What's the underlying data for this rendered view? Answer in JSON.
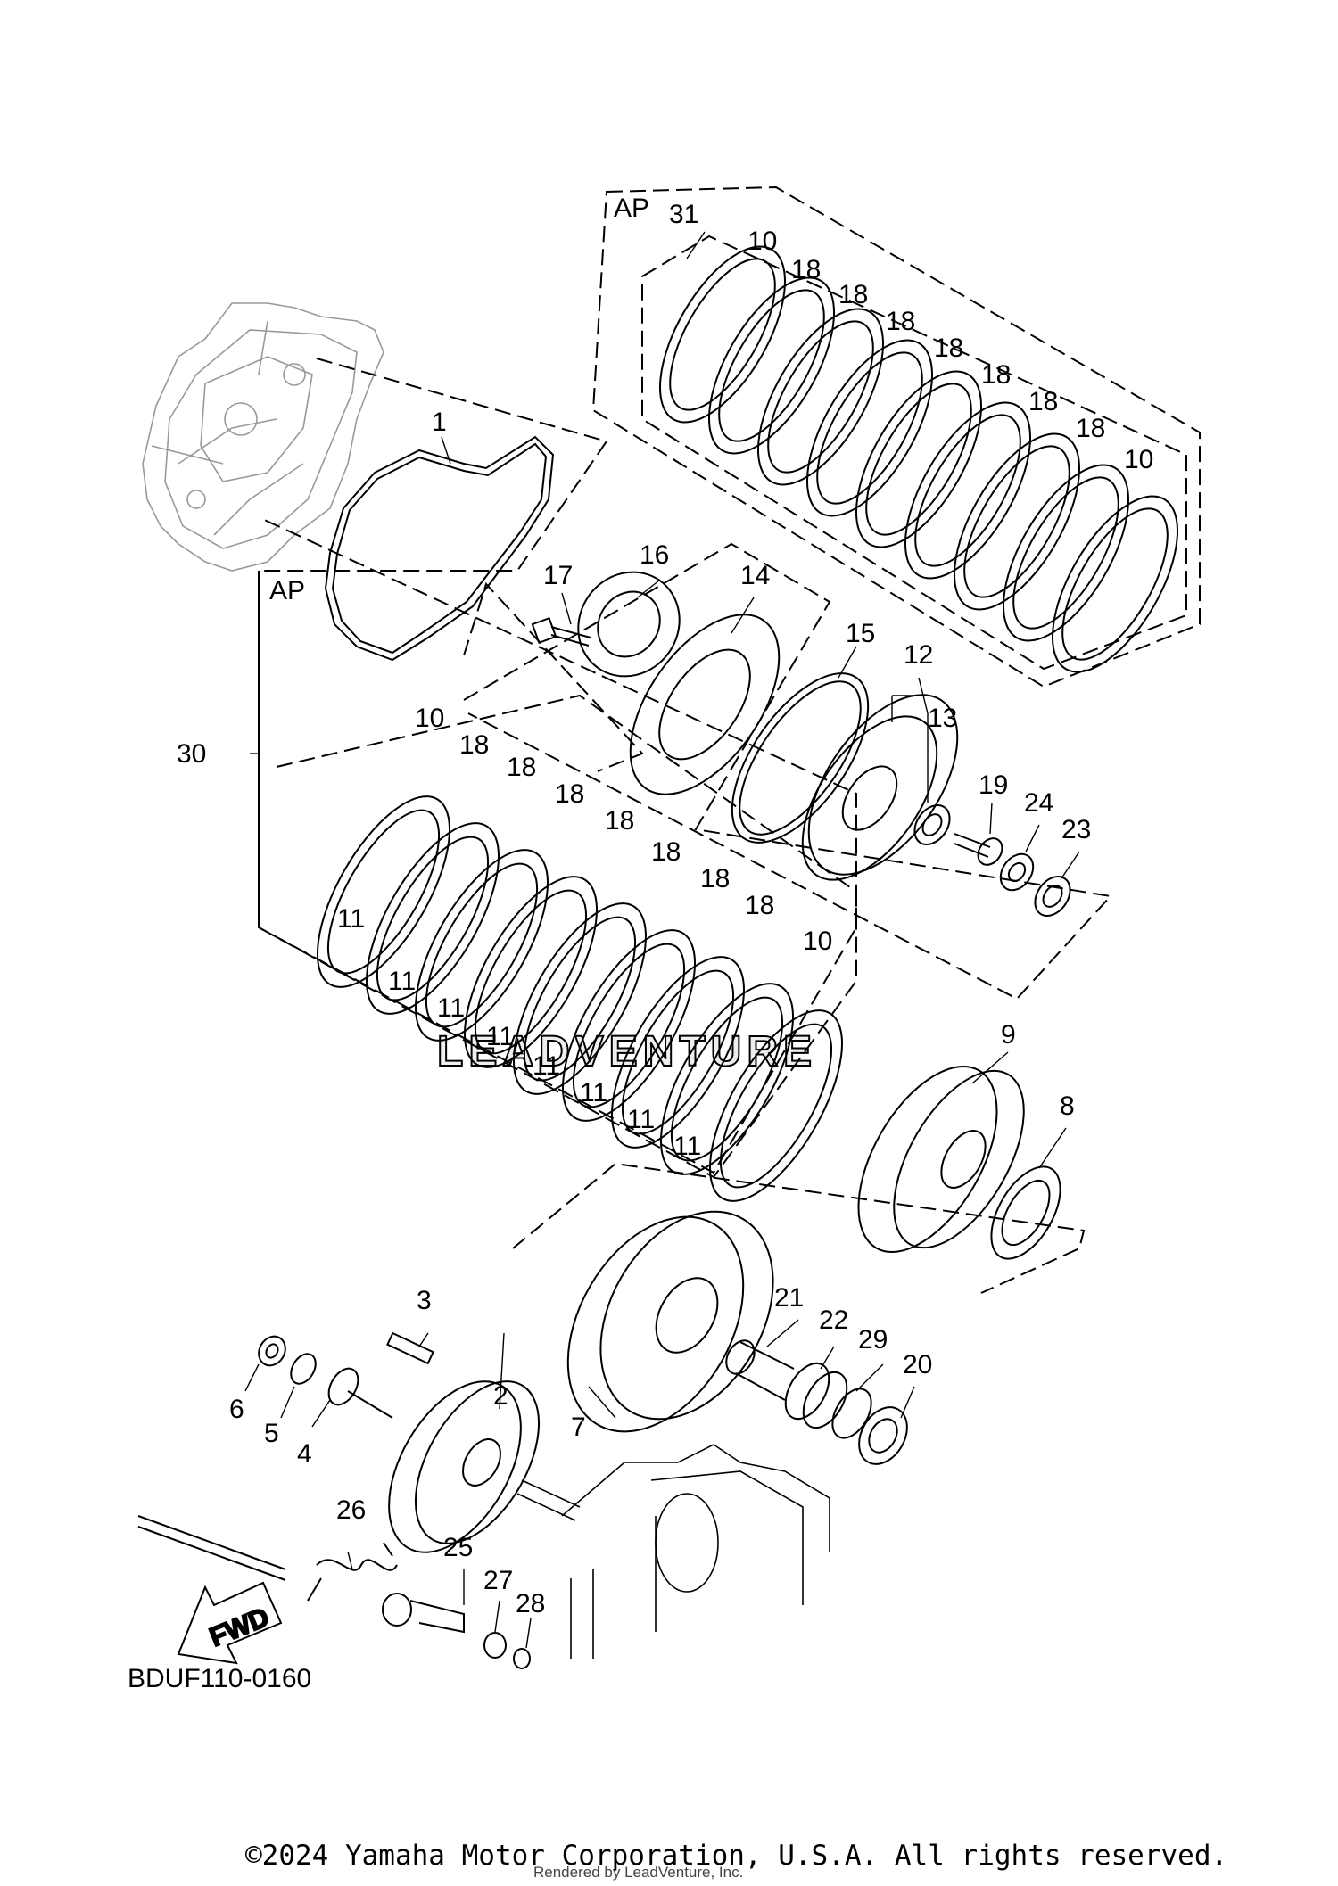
{
  "diagram": {
    "group_labels": [
      "AP",
      "AP"
    ],
    "figure_code": "BDUF110-0160",
    "fwd_label": "FWD",
    "watermark": "LEADVENTURE",
    "callouts": [
      {
        "id": "c1",
        "text": "1"
      },
      {
        "id": "c2",
        "text": "2"
      },
      {
        "id": "c3",
        "text": "3"
      },
      {
        "id": "c4",
        "text": "4"
      },
      {
        "id": "c5",
        "text": "5"
      },
      {
        "id": "c6",
        "text": "6"
      },
      {
        "id": "c7",
        "text": "7"
      },
      {
        "id": "c8",
        "text": "8"
      },
      {
        "id": "c9",
        "text": "9"
      },
      {
        "id": "c10a",
        "text": "10"
      },
      {
        "id": "c10b",
        "text": "10"
      },
      {
        "id": "c10c",
        "text": "10"
      },
      {
        "id": "c10d",
        "text": "10"
      },
      {
        "id": "c11a",
        "text": "11"
      },
      {
        "id": "c11b",
        "text": "11"
      },
      {
        "id": "c11c",
        "text": "11"
      },
      {
        "id": "c11d",
        "text": "11"
      },
      {
        "id": "c11e",
        "text": "11"
      },
      {
        "id": "c11f",
        "text": "11"
      },
      {
        "id": "c11g",
        "text": "11"
      },
      {
        "id": "c11h",
        "text": "11"
      },
      {
        "id": "c12",
        "text": "12"
      },
      {
        "id": "c13",
        "text": "13"
      },
      {
        "id": "c14",
        "text": "14"
      },
      {
        "id": "c15",
        "text": "15"
      },
      {
        "id": "c16",
        "text": "16"
      },
      {
        "id": "c17",
        "text": "17"
      },
      {
        "id": "c18a",
        "text": "18"
      },
      {
        "id": "c18b",
        "text": "18"
      },
      {
        "id": "c18c",
        "text": "18"
      },
      {
        "id": "c18d",
        "text": "18"
      },
      {
        "id": "c18e",
        "text": "18"
      },
      {
        "id": "c18f",
        "text": "18"
      },
      {
        "id": "c18g",
        "text": "18"
      },
      {
        "id": "c18h",
        "text": "18"
      },
      {
        "id": "c18i",
        "text": "18"
      },
      {
        "id": "c18j",
        "text": "18"
      },
      {
        "id": "c18k",
        "text": "18"
      },
      {
        "id": "c18l",
        "text": "18"
      },
      {
        "id": "c18m",
        "text": "18"
      },
      {
        "id": "c18n",
        "text": "18"
      },
      {
        "id": "c19",
        "text": "19"
      },
      {
        "id": "c20",
        "text": "20"
      },
      {
        "id": "c21",
        "text": "21"
      },
      {
        "id": "c22",
        "text": "22"
      },
      {
        "id": "c23",
        "text": "23"
      },
      {
        "id": "c24",
        "text": "24"
      },
      {
        "id": "c25",
        "text": "25"
      },
      {
        "id": "c26",
        "text": "26"
      },
      {
        "id": "c27",
        "text": "27"
      },
      {
        "id": "c28",
        "text": "28"
      },
      {
        "id": "c29",
        "text": "29"
      },
      {
        "id": "c30",
        "text": "30"
      },
      {
        "id": "c31",
        "text": "31"
      }
    ]
  },
  "footer": {
    "copyright": "©2024 Yamaha Motor Corporation, U.S.A. All rights reserved.",
    "rendered_by": "Rendered by LeadVenture, Inc."
  }
}
